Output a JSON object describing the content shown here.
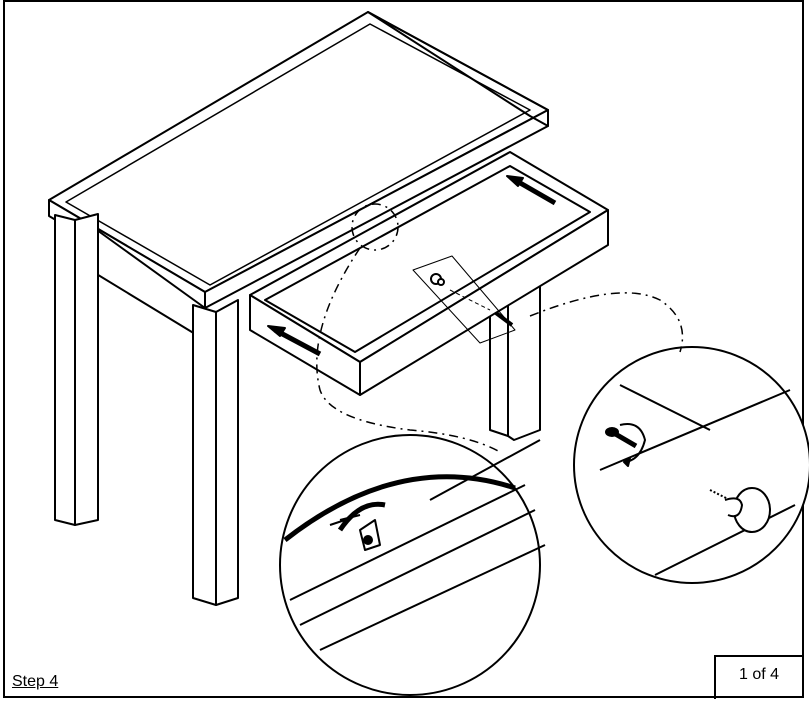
{
  "page": {
    "step_label": "Step 4",
    "page_number": "1 of 4"
  },
  "icons": {
    "table": "console-table-illustration",
    "drawer": "open-drawer-illustration",
    "detail_stop": "drawer-stop-detail",
    "detail_knob": "knob-screw-detail"
  },
  "colors": {
    "line": "#000000",
    "background": "#ffffff"
  }
}
